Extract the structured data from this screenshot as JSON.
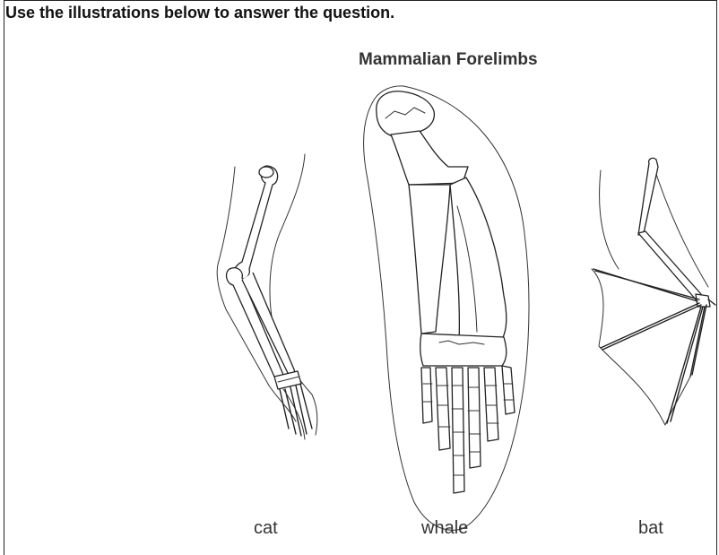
{
  "instruction": "Use the illustrations below to answer the question.",
  "figure": {
    "title": "Mammalian Forelimbs",
    "labels": {
      "cat": "cat",
      "whale": "whale",
      "bat": "bat"
    }
  }
}
